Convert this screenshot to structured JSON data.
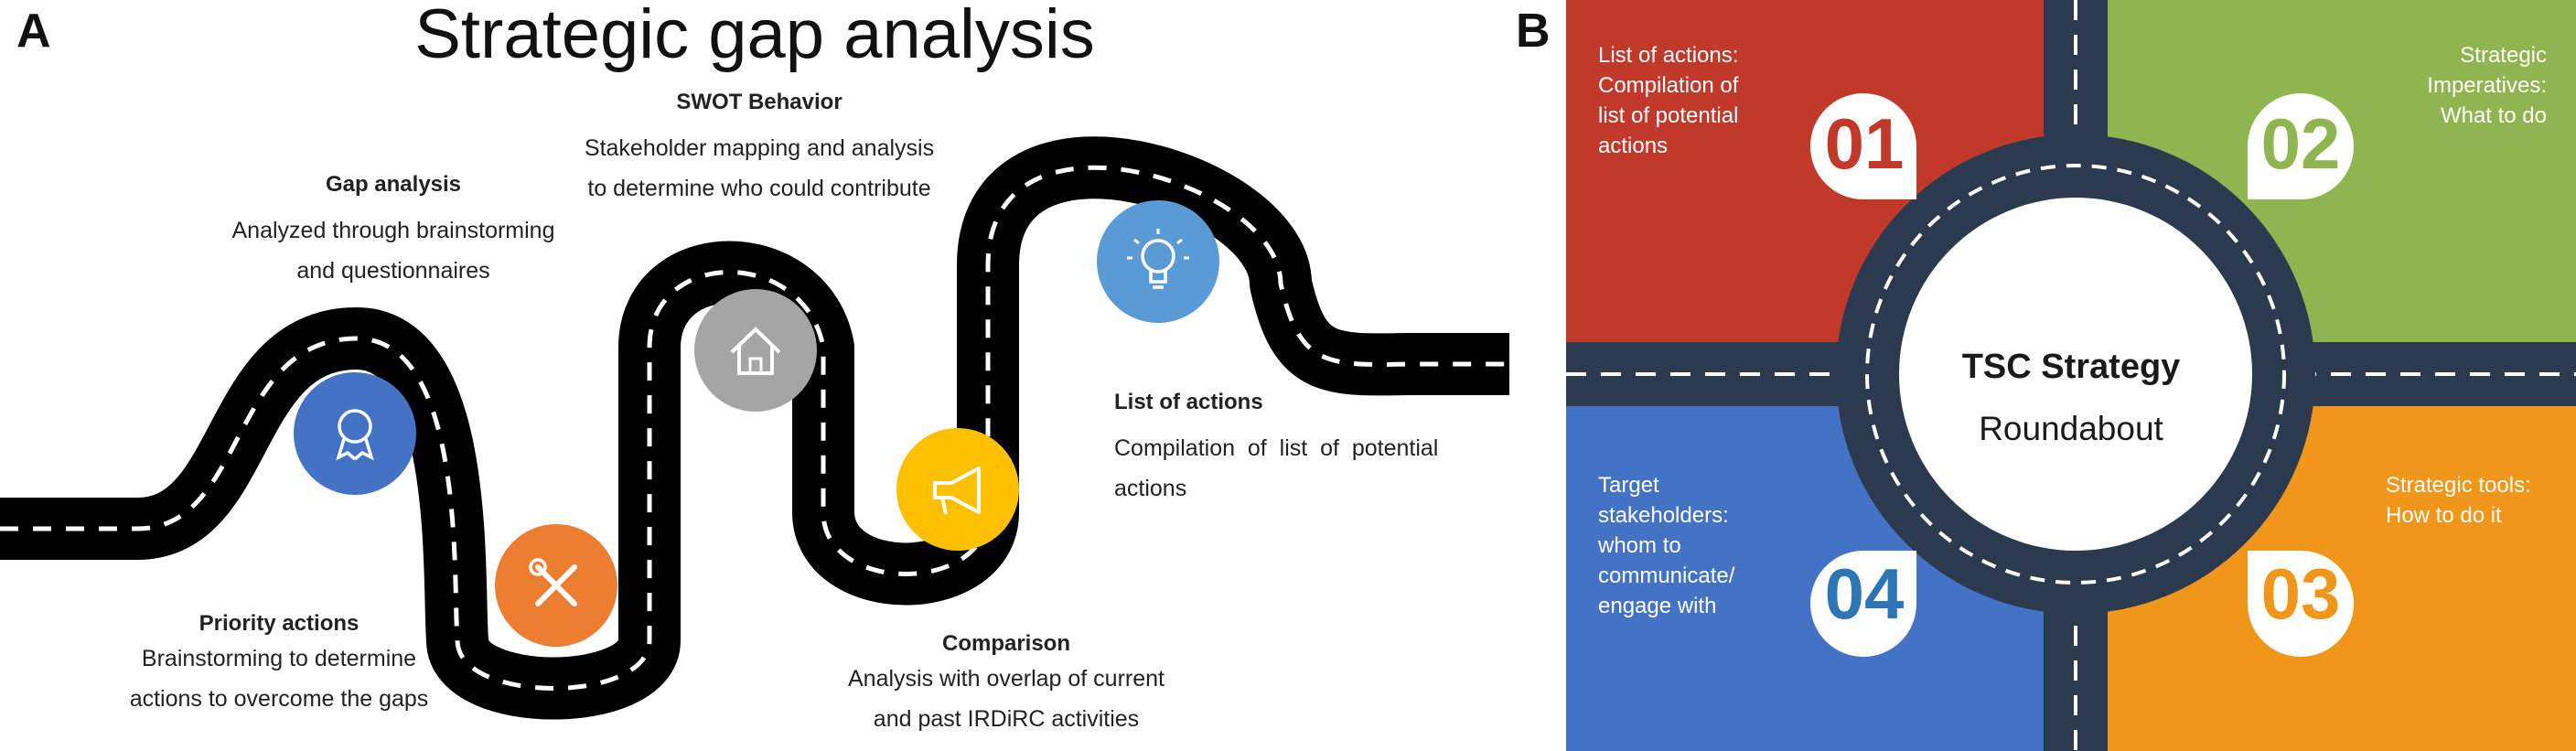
{
  "panel_a": {
    "letter": "A",
    "title": "Strategic gap analysis",
    "steps": [
      {
        "heading": "Gap analysis",
        "desc": [
          "Analyzed through brainstorming",
          "and questionnaires"
        ],
        "icon": "award-icon"
      },
      {
        "heading": "Priority actions",
        "desc": [
          "Brainstorming to determine",
          "actions to overcome the gaps"
        ],
        "icon": "tools-icon"
      },
      {
        "heading": "SWOT Behavior",
        "desc": [
          "Stakeholder mapping and analysis",
          "to determine who could contribute"
        ],
        "icon": "home-icon"
      },
      {
        "heading": "Comparison",
        "desc": [
          "Analysis with overlap of current",
          "and past IRDiRC activities"
        ],
        "icon": "megaphone-icon"
      },
      {
        "heading": "List of actions",
        "desc": [
          "Compilation  of  list  of  potential",
          "actions"
        ],
        "icon": "lightbulb-icon"
      }
    ],
    "colors": {
      "award": "#4472C4",
      "tools": "#ED7D31",
      "home": "#A5A5A5",
      "megaphone": "#FFC000",
      "lightbulb": "#5B9BD5",
      "road": "#000000"
    }
  },
  "panel_b": {
    "letter": "B",
    "center_title": "TSC Strategy",
    "center_subtitle": "Roundabout",
    "quadrants": [
      {
        "number": "01",
        "text": [
          "List of actions:",
          "Compilation of",
          "list of potential",
          "actions"
        ],
        "color": "#C0392B"
      },
      {
        "number": "02",
        "text": [
          "Strategic",
          "Imperatives:",
          "What to do"
        ],
        "color": "#8FB550"
      },
      {
        "number": "03",
        "text": [
          "Strategic tools:",
          "How to do it"
        ],
        "color": "#F0961A"
      },
      {
        "number": "04",
        "text": [
          "Target",
          "stakeholders:",
          "whom to",
          "communicate/",
          "engage with"
        ],
        "color": "#4472C4"
      }
    ],
    "road_color": "#2B3A4F"
  }
}
